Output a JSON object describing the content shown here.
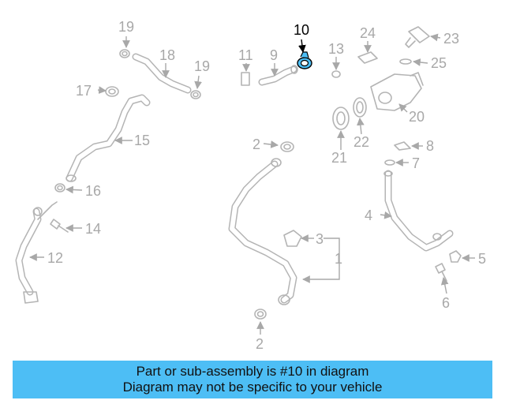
{
  "highlighted_part": "10",
  "labels": {
    "p1": "1",
    "p2a": "2",
    "p2b": "2",
    "p3": "3",
    "p4": "4",
    "p5": "5",
    "p6": "6",
    "p7": "7",
    "p8": "8",
    "p9": "9",
    "p10": "10",
    "p11": "11",
    "p12": "12",
    "p13": "13",
    "p14": "14",
    "p15": "15",
    "p16": "16",
    "p17": "17",
    "p18": "18",
    "p19a": "19",
    "p19b": "19",
    "p20": "20",
    "p21": "21",
    "p22": "22",
    "p23": "23",
    "p24": "24",
    "p25": "25"
  },
  "banner": {
    "line1": "Part or sub-assembly is #10 in diagram",
    "line2": "Diagram may not be specific to your vehicle"
  },
  "colors": {
    "highlight_fill": "#4dbef5",
    "banner_bg": "#4dbef5",
    "part_line": "#b4b4b4"
  }
}
